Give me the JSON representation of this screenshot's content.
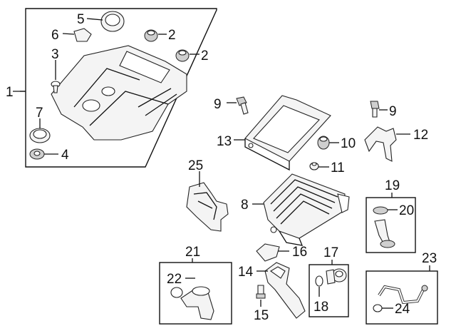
{
  "diagram": {
    "callouts": [
      {
        "id": "c1",
        "label": "1"
      },
      {
        "id": "c2a",
        "label": "2"
      },
      {
        "id": "c2b",
        "label": "2"
      },
      {
        "id": "c3",
        "label": "3"
      },
      {
        "id": "c4",
        "label": "4"
      },
      {
        "id": "c5",
        "label": "5"
      },
      {
        "id": "c6",
        "label": "6"
      },
      {
        "id": "c7",
        "label": "7"
      },
      {
        "id": "c8",
        "label": "8"
      },
      {
        "id": "c9a",
        "label": "9"
      },
      {
        "id": "c9b",
        "label": "9"
      },
      {
        "id": "c10",
        "label": "10"
      },
      {
        "id": "c11",
        "label": "11"
      },
      {
        "id": "c12",
        "label": "12"
      },
      {
        "id": "c13",
        "label": "13"
      },
      {
        "id": "c14",
        "label": "14"
      },
      {
        "id": "c15",
        "label": "15"
      },
      {
        "id": "c16",
        "label": "16"
      },
      {
        "id": "c17",
        "label": "17"
      },
      {
        "id": "c18",
        "label": "18"
      },
      {
        "id": "c19",
        "label": "19"
      },
      {
        "id": "c20",
        "label": "20"
      },
      {
        "id": "c21",
        "label": "21"
      },
      {
        "id": "c22",
        "label": "22"
      },
      {
        "id": "c23",
        "label": "23"
      },
      {
        "id": "c24",
        "label": "24"
      },
      {
        "id": "c25",
        "label": "25"
      }
    ]
  }
}
